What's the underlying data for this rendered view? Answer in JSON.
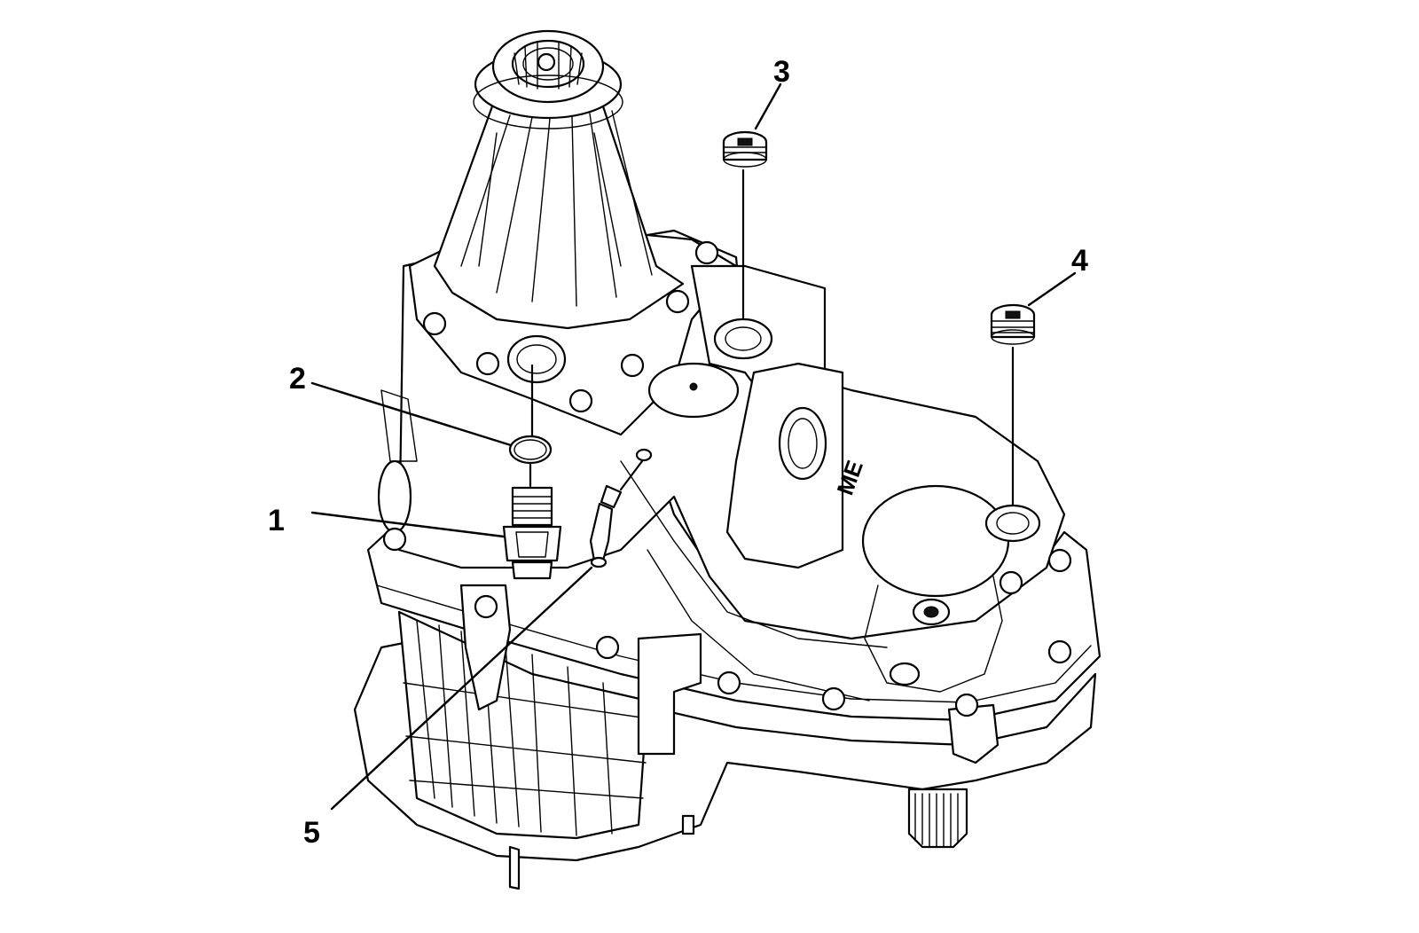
{
  "figure": {
    "callouts": [
      {
        "id": "1",
        "label": "1",
        "part": "sensor-plug"
      },
      {
        "id": "2",
        "label": "2",
        "part": "o-ring-seal"
      },
      {
        "id": "3",
        "label": "3",
        "part": "fill-plug"
      },
      {
        "id": "4",
        "label": "4",
        "part": "drain-plug"
      },
      {
        "id": "5",
        "label": "5",
        "part": "vent-hose-fitting"
      }
    ],
    "stamped_marks": [
      "ME"
    ]
  }
}
